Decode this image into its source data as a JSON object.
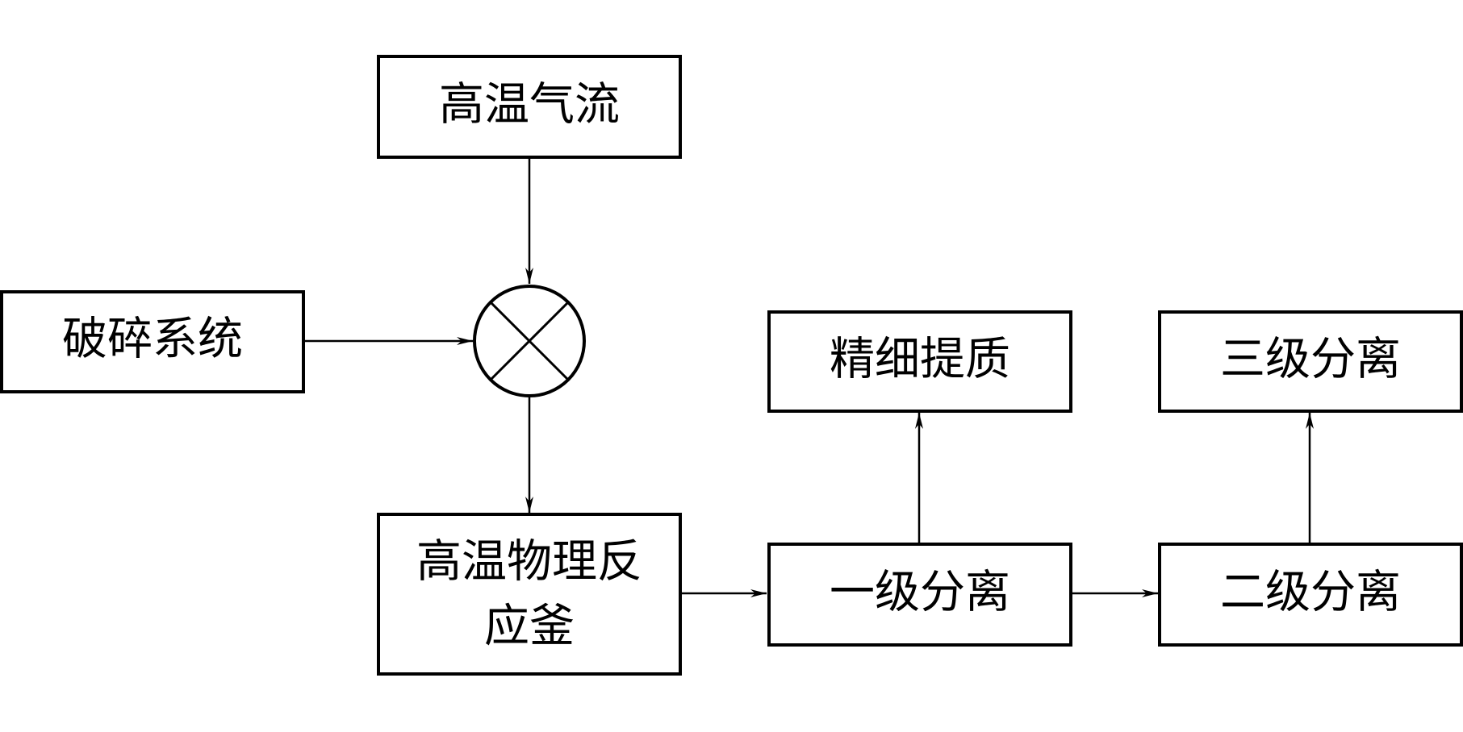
{
  "nodes": {
    "hot_airflow": "高温气流",
    "crushing_system": "破碎系统",
    "reactor_line1": "高温物理反",
    "reactor_line2": "应釜",
    "fine_upgrading": "精细提质",
    "stage1_separation": "一级分离",
    "stage2_separation": "二级分离",
    "stage3_separation": "三级分离"
  },
  "mixer": {
    "symbol": "mixing-junction-icon"
  },
  "colors": {
    "stroke": "#000000",
    "background": "#ffffff"
  }
}
